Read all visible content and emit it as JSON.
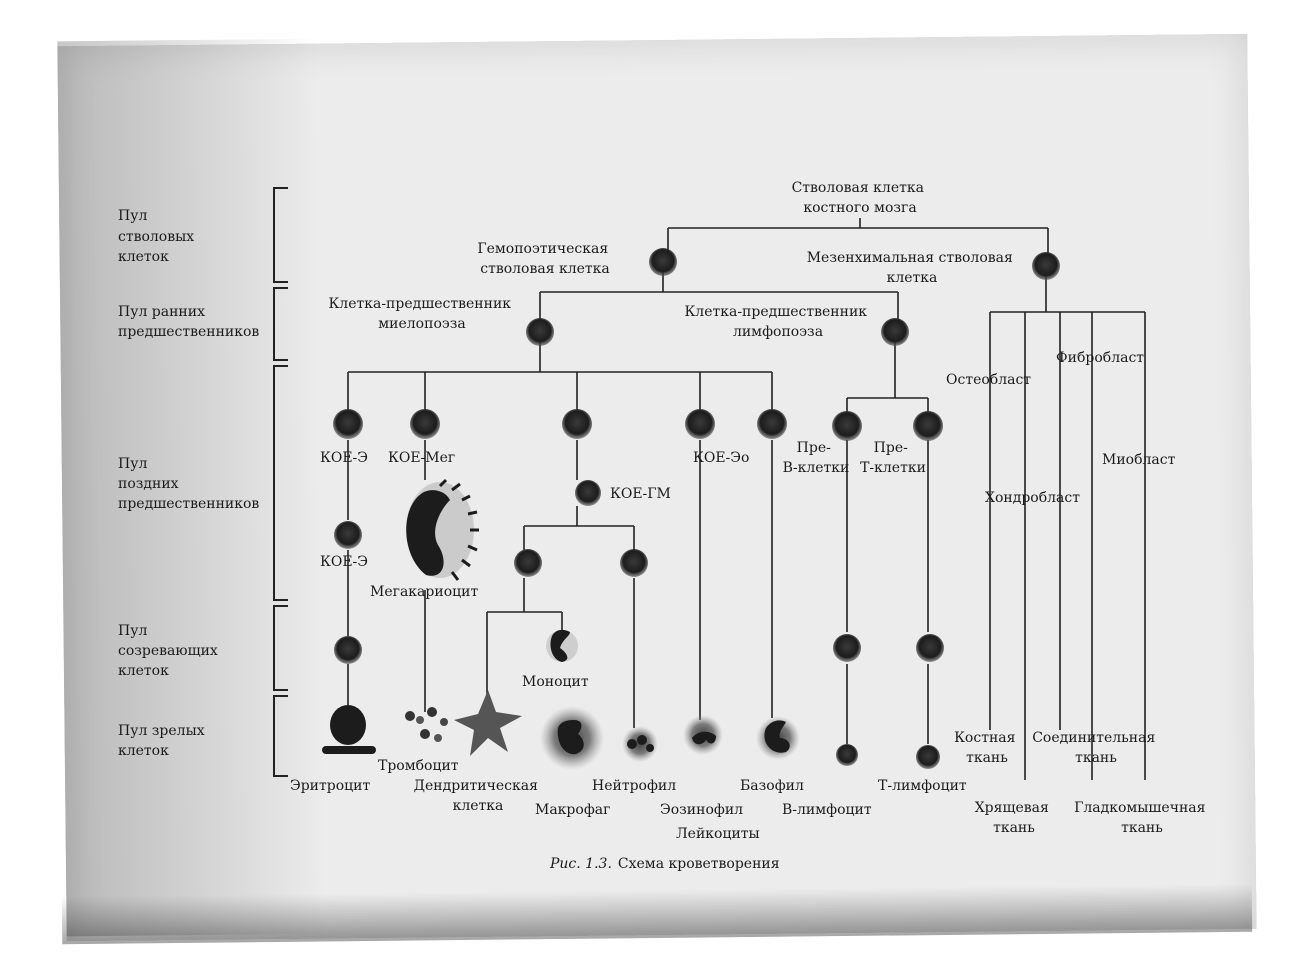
{
  "pools": [
    [
      "Пул",
      "стволовых",
      "клеток"
    ],
    [
      "Пул ранних",
      "предшественников"
    ],
    [
      "Пул",
      "поздних",
      "предшественников"
    ],
    [
      "Пул",
      "созревающих",
      "клеток"
    ],
    [
      "Пул зрелых",
      "клеток"
    ]
  ],
  "labels": {
    "bm_stem": [
      "Стволовая клетка",
      "костного мозга"
    ],
    "hsc": [
      "Гемопоэтическая",
      "стволовая клетка"
    ],
    "msc": [
      "Мезенхимальная стволовая",
      "клетка"
    ],
    "myelo": [
      "Клетка-предшественник",
      "миелопоэза"
    ],
    "lympho": [
      "Клетка-предшественник",
      "лимфопоэза"
    ],
    "koe_e1": "КОЕ-Э",
    "koe_meg": "КОЕ-Мег",
    "koe_gm": "КОЕ-ГМ",
    "koe_eo": "КОЕ-Эо",
    "pre_b": [
      "Пре-",
      "В-клетки"
    ],
    "pre_t": [
      "Пре-",
      "Т-клетки"
    ],
    "koe_e2": "КОЕ-Э",
    "megakaryocyte": "Мегакариоцит",
    "monocyte": "Моноцит",
    "osteoblast": "Остеобласт",
    "fibroblast": "Фибробласт",
    "chondroblast": "Хондробласт",
    "myoblast": "Миобласт",
    "erythrocyte": "Эритроцит",
    "thrombocyte": "Тромбоцит",
    "dendritic": [
      "Дендритическая",
      "клетка"
    ],
    "macrophage": "Макрофаг",
    "neutrophil": "Нейтрофил",
    "eosinophil": "Эозинофил",
    "leukocytes": "Лейкоциты",
    "basophil": "Базофил",
    "b_lymph": "В-лимфоцит",
    "t_lymph": "Т-лимфоцит",
    "bone": [
      "Костная",
      "ткань"
    ],
    "connective": [
      "Соединительная",
      "ткань"
    ],
    "cartilage": [
      "Хрящевая",
      "ткань"
    ],
    "smooth_muscle": [
      "Гладкомышечная",
      "ткань"
    ]
  },
  "caption": {
    "prefix": "Рис. 1.3.",
    "text": "Схема кроветворения"
  },
  "colors": {
    "cell": "#1c1c1c",
    "line": "#222222",
    "paper": "#ececec"
  }
}
